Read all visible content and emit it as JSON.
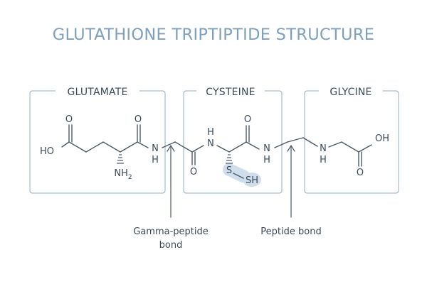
{
  "title": "GLUTATHIONE TRIPTIPTIDE STRUCTURE",
  "colors": {
    "title": "#7da0bd",
    "box": "#a9bfd1",
    "bond": "#4a5a6a",
    "text": "#3b4a59",
    "sulfur_highlight": "#cfdeea"
  },
  "residues": [
    {
      "name": "GLUTAMATE"
    },
    {
      "name": "CYSTEINE"
    },
    {
      "name": "GLYCINE"
    }
  ],
  "atoms": {
    "glu_carboxyl_o": "O",
    "glu_ho": "HO",
    "glu_amide_o": "O",
    "glu_nh2_n": "NH",
    "glu_nh2_sub": "2",
    "link_n1": "N",
    "link_h1": "H",
    "cys_o_bottom": "O",
    "cys_n": "N",
    "cys_h": "H",
    "cys_s": "S",
    "cys_sh": "SH",
    "cys_o_top": "O",
    "link_n2": "N",
    "link_h2": "H",
    "gly_n": "N",
    "gly_h": "H",
    "gly_oh": "OH",
    "gly_o": "O"
  },
  "annotations": {
    "gamma_line1": "Gamma-peptide",
    "gamma_line2": "bond",
    "peptide": "Peptide bond"
  }
}
